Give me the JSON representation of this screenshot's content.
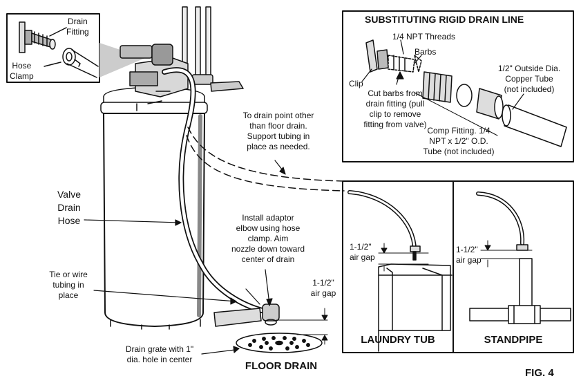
{
  "inset": {
    "drain_fitting": "Drain\nFitting",
    "hose_clamp": "Hose\nClamp"
  },
  "rigid": {
    "title": "SUBSTITUTING RIGID DRAIN LINE",
    "npt_threads": "1/4 NPT Threads",
    "barbs": "Barbs",
    "clip": "Clip",
    "cut_barbs": "Cut barbs from\ndrain fitting (pull\nclip to remove\nfitting from valve)",
    "comp_fitting": "Comp Fitting. 1/4\nNPT x 1/2\" O.D.\nTube (not included)",
    "copper_tube": "1/2\" Outside Dia.\nCopper Tube\n(not included)"
  },
  "main": {
    "drain_point_note": "To drain point other\nthan floor drain.\nSupport tubing in\nplace as needed.",
    "valve_drain_hose": "Valve\nDrain\nHose",
    "adaptor_note": "Install adaptor\nelbow using hose\nclamp.  Aim\nnozzle down toward\ncenter of drain",
    "tie_note": "Tie or wire\ntubing in\nplace",
    "air_gap": "1-1/2\"\nair gap",
    "drain_grate_note": "Drain grate with 1\"\ndia. hole in center",
    "floor_drain": "FLOOR DRAIN"
  },
  "laundry": {
    "air_gap": "1-1/2\"\nair gap",
    "title": "LAUNDRY TUB"
  },
  "standpipe": {
    "air_gap": "1-1/2\"\nair gap",
    "title": "STANDPIPE"
  },
  "figure_label": "FIG. 4"
}
